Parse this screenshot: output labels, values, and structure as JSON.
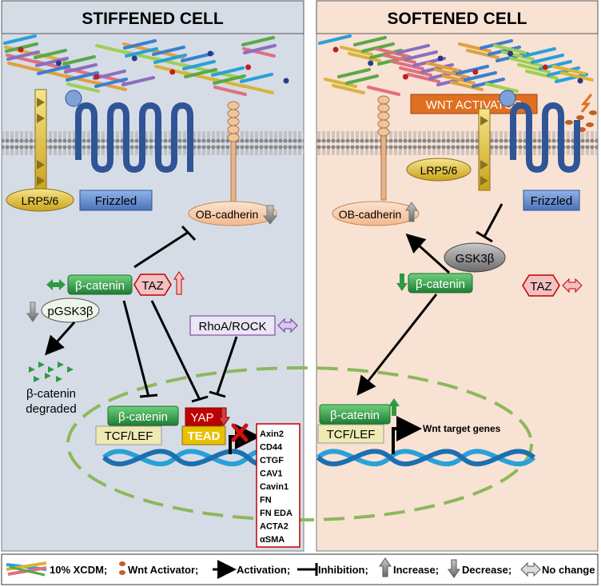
{
  "panels": {
    "left_title": "STIFFENED CELL",
    "right_title": "SOFTENED CELL"
  },
  "left": {
    "lrp": "LRP5/6",
    "frizzled": "Frizzled",
    "ob_cadherin": "OB-cadherin",
    "beta_catenin": "β-catenin",
    "taz": "TAZ",
    "pgsk3b": "pGSK3β",
    "rhoa": "RhoA/ROCK",
    "degraded_line1": "β-catenin",
    "degraded_line2": "degraded",
    "nuc_beta_catenin": "β-catenin",
    "tcf_lef": "TCF/LEF",
    "yap": "YAP",
    "tead": "TEAD",
    "genes": [
      "Axin2",
      "CD44",
      "CTGF",
      "CAV1",
      "Cavin1",
      "FN",
      "FN  EDA",
      "ACTA2",
      "αSMA"
    ]
  },
  "right": {
    "wnt_activator": "WNT ACTIVATOR",
    "lrp": "LRP5/6",
    "frizzled": "Frizzled",
    "ob_cadherin": "OB-cadherin",
    "gsk3b": "GSK3β",
    "beta_catenin": "β-catenin",
    "taz": "TAZ",
    "nuc_beta_catenin": "β-catenin",
    "tcf_lef": "TCF/LEF",
    "wnt_targets": "Wnt target genes"
  },
  "legend": {
    "xcdm": "10% XCDM;",
    "wnt": "Wnt Activator;",
    "activation": "Activation;",
    "inhibition": "Inhibition;",
    "increase": "Increase;",
    "decrease": "Decrease;",
    "no_change": "No change"
  },
  "colors": {
    "left_bg": "#d6dce6",
    "right_bg": "#f8e2d4",
    "green_box": "#2e9a44",
    "frizzled": "#2f5597",
    "lrp": "#d9b43a",
    "tcf": "#eeeab4",
    "yap": "#c00000",
    "tead": "#e8c000",
    "wnt": "#e07020",
    "dna": "#2aa0d8",
    "nucleus": "#8cb85c"
  }
}
